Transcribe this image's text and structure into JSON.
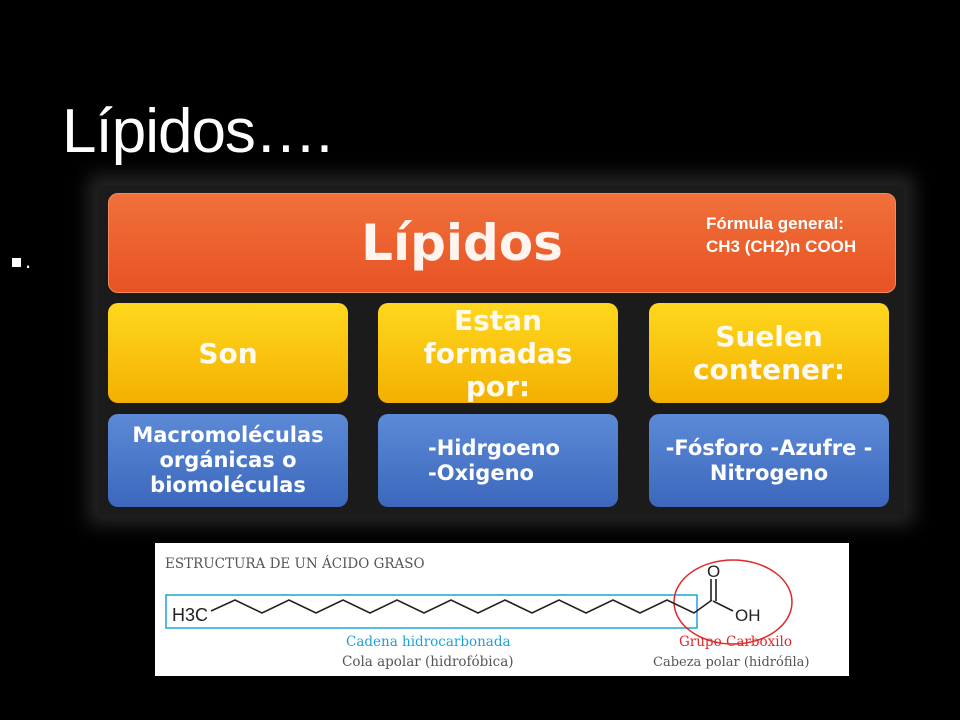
{
  "slide": {
    "title": "Lípidos….",
    "bullet_text": "."
  },
  "diagram": {
    "header": "Lípidos",
    "formula": "Fórmula general: CH3 (CH2)n COOH",
    "columns": [
      {
        "heading": "Son",
        "detail": "Macromoléculas orgánicas o biomoléculas"
      },
      {
        "heading": "Estan formadas por:",
        "detail": "-Hidrgoeno -Oxigeno"
      },
      {
        "heading": "Suelen contener:",
        "detail": "-Fósforo -Azufre - Nitrogeno"
      }
    ],
    "colors": {
      "header": "#e85324",
      "heading_boxes": "#f3b000",
      "detail_boxes": "#3c67bd"
    }
  },
  "structure": {
    "title": "ESTRUCTURA DE UN ÁCIDO GRASO",
    "left_group": "H3C",
    "oxygen": "O",
    "hydroxyl": "OH",
    "chain_label": "Cadena hidrocarbonada",
    "chain_sublabel": "Cola apolar (hidrofóbica)",
    "group_label": "Grupo Carboxilo",
    "group_sublabel": "Cabeza polar (hidrófila)",
    "colors": {
      "chain": "#1fa2d8",
      "group": "#e02828",
      "text": "#555555"
    }
  }
}
